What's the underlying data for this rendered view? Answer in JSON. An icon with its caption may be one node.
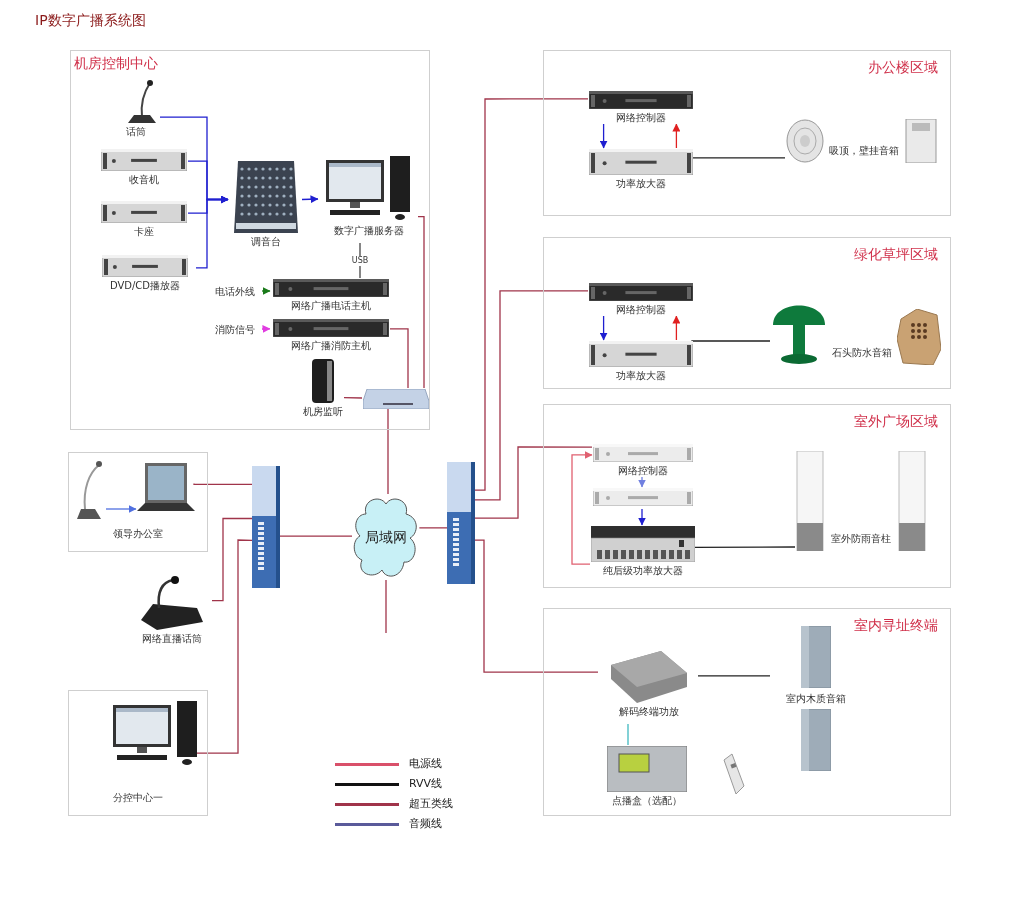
{
  "diagram": {
    "title": "IP数字广播系统图",
    "nodes": [
      {
        "text": [
          "机房控制中心"
        ]
      },
      {
        "text": [
          "话筒"
        ],
        "in": 0
      },
      {
        "text": [
          "收音机"
        ],
        "in": 0
      },
      {
        "text": [
          "卡座"
        ],
        "in": 0
      },
      {
        "text": [
          "DVD/CD播放器"
        ],
        "in": 0
      },
      {
        "text": [
          "调音台"
        ],
        "in": 0
      },
      {
        "text": [
          "数字广播服务器"
        ],
        "in": 0
      },
      {
        "text": [
          "电话外线"
        ],
        "in": 0
      },
      {
        "text": [
          "网络广播电话主机"
        ],
        "in": 0
      },
      {
        "text": [
          "消防信号"
        ],
        "in": 0
      },
      {
        "text": [
          "网络广播消防主机"
        ],
        "in": 0
      },
      {
        "text": [
          "机房监听"
        ],
        "in": 0
      },
      {
        "text": [],
        "shape": "picture",
        "in": 0
      },
      {
        "text": [
          "领导办公室"
        ]
      },
      {
        "text": [],
        "shape": "picture",
        "in": 13
      },
      {
        "text": [],
        "shape": "picture",
        "in": 13
      },
      {
        "text": [],
        "shape": "picture"
      },
      {
        "text": [
          "网络直播话筒"
        ]
      },
      {
        "text": [
          "分控中心一"
        ]
      },
      {
        "text": [],
        "shape": "picture",
        "in": 18
      },
      {
        "text": [
          "局域网"
        ]
      },
      {
        "text": [],
        "shape": "picture"
      },
      {
        "text": [
          "办公楼区域"
        ]
      },
      {
        "text": [
          "网络控制器"
        ],
        "in": 22
      },
      {
        "text": [
          "功率放大器"
        ],
        "in": 22
      },
      {
        "text": [
          "吸顶，壁挂音箱"
        ],
        "in": 22
      },
      {
        "text": [
          "绿化草坪区域"
        ]
      },
      {
        "text": [
          "网络控制器"
        ],
        "in": 26
      },
      {
        "text": [
          "功率放大器"
        ],
        "in": 26
      },
      {
        "text": [
          "石头防水音箱"
        ],
        "in": 26
      },
      {
        "text": [
          "室外广场区域"
        ]
      },
      {
        "text": [
          "网络控制器"
        ],
        "in": 30
      },
      {
        "text": [],
        "shape": "picture",
        "in": 30
      },
      {
        "text": [
          "纯后级功率放大器"
        ],
        "in": 30
      },
      {
        "text": [
          "室外防雨音柱"
        ],
        "in": 30
      },
      {
        "text": [
          "室内寻址终端"
        ]
      },
      {
        "text": [
          "解码终端功放"
        ],
        "in": 35
      },
      {
        "text": [
          "点播盒（选配）"
        ],
        "in": 35
      },
      {
        "text": [
          "室内木质音箱"
        ],
        "in": 35
      }
    ],
    "edges": [
      {
        "from": 1,
        "to": 5,
        "arrow": "to",
        "color": "#1f1fd0"
      },
      {
        "from": 2,
        "to": 5,
        "arrow": "to",
        "color": "#1f1fd0"
      },
      {
        "from": 3,
        "to": 5,
        "arrow": "to",
        "color": "#1f1fd0"
      },
      {
        "from": 4,
        "to": 5,
        "arrow": "to",
        "color": "#1f1fd0"
      },
      {
        "from": 5,
        "to": 6,
        "arrow": "to",
        "color": "#1f1fd0"
      },
      {
        "from": 8,
        "to": 6,
        "arrow": "none",
        "label": "USB",
        "color": "#444444"
      },
      {
        "from": 7,
        "to": 8,
        "arrow": "to",
        "color": "#1a7a1a"
      },
      {
        "from": 9,
        "to": 10,
        "arrow": "to",
        "color": "#e03ce0"
      },
      {
        "from": 10,
        "to": 12,
        "arrow": "none"
      },
      {
        "from": 6,
        "to": 12,
        "arrow": "none"
      },
      {
        "from": 11,
        "to": 12,
        "arrow": "none"
      },
      {
        "from": 12,
        "to": 20,
        "arrow": "none"
      },
      {
        "from": 14,
        "to": 15,
        "arrow": "to",
        "color": "#5070e0"
      },
      {
        "from": 15,
        "to": 16,
        "arrow": "none"
      },
      {
        "from": 17,
        "to": 16,
        "arrow": "none"
      },
      {
        "from": 19,
        "to": 16,
        "arrow": "none"
      },
      {
        "from": 16,
        "to": 20,
        "arrow": "none"
      },
      {
        "from": 20,
        "to": 21,
        "arrow": "none"
      },
      {
        "from": 20,
        "to": null,
        "arrow": "none"
      },
      {
        "from": 21,
        "to": 23,
        "arrow": "none"
      },
      {
        "from": 21,
        "to": 27,
        "arrow": "none"
      },
      {
        "from": 21,
        "to": 31,
        "arrow": "none"
      },
      {
        "from": 21,
        "to": 36,
        "arrow": "none"
      },
      {
        "from": 23,
        "to": 24,
        "arrow": "to",
        "color": "#1f1fd0"
      },
      {
        "from": 24,
        "to": 23,
        "arrow": "to",
        "color": "#e02020"
      },
      {
        "from": 24,
        "to": 25,
        "arrow": "none",
        "color": "#222222"
      },
      {
        "from": 27,
        "to": 28,
        "arrow": "to",
        "color": "#1f1fd0"
      },
      {
        "from": 28,
        "to": 27,
        "arrow": "to",
        "color": "#e02020"
      },
      {
        "from": 28,
        "to": 29,
        "arrow": "none",
        "color": "#222222"
      },
      {
        "from": 31,
        "to": 32,
        "arrow": "to",
        "color": "#7080e0"
      },
      {
        "from": 32,
        "to": 33,
        "arrow": "to",
        "color": "#1f1fd0"
      },
      {
        "from": 33,
        "to": 31,
        "arrow": "to",
        "color": "#e06070"
      },
      {
        "from": 33,
        "to": 34,
        "arrow": "none",
        "color": "#222222"
      },
      {
        "from": 36,
        "to": 38,
        "arrow": "none",
        "color": "#222222"
      },
      {
        "from": 36,
        "to": 37,
        "arrow": "none",
        "color": "#40b8c0"
      }
    ],
    "legend": [
      {
        "text": "电源线",
        "color": "#d9506a"
      },
      {
        "text": "RVV线",
        "color": "#111111"
      },
      {
        "text": "超五类线",
        "color": "#a0344a"
      },
      {
        "text": "音频线",
        "color": "#5a5a9a"
      }
    ]
  }
}
